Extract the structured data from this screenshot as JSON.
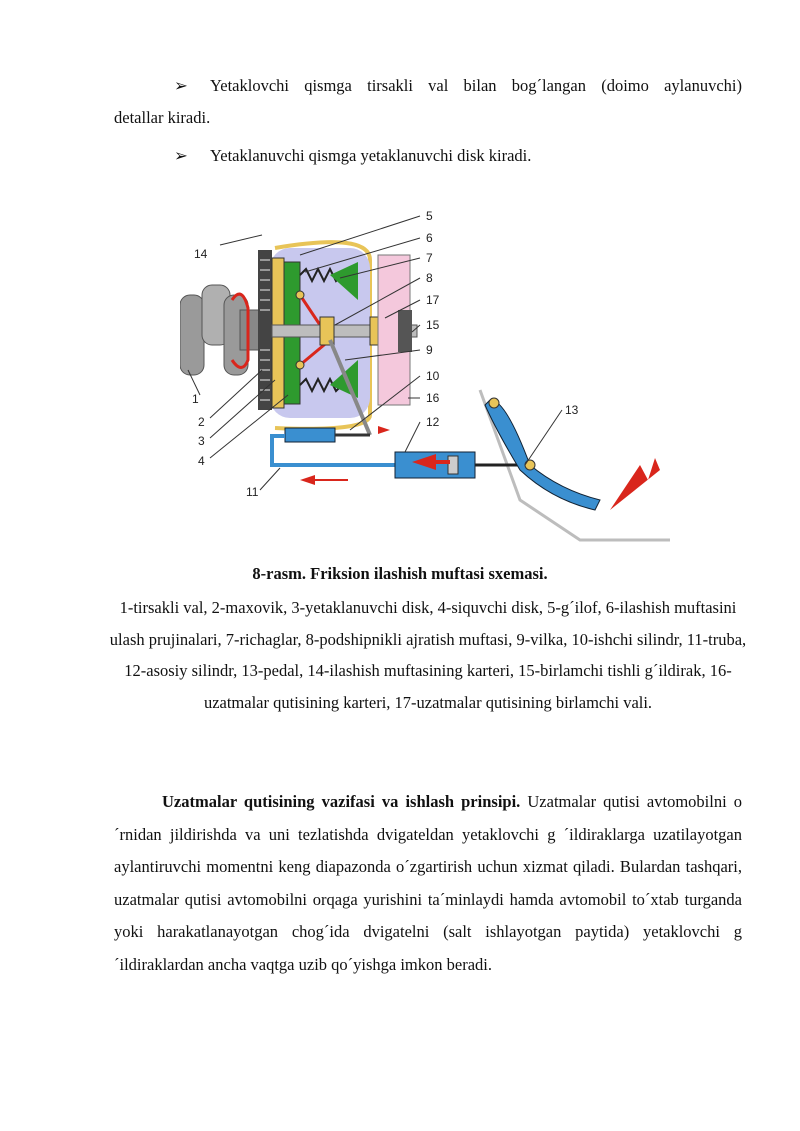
{
  "bullets": [
    {
      "marker": "➢",
      "text": "Yetaklovchi qismga tirsakli val bilan bog´langan (doimo aylanuvchi)",
      "continuation": "detallar kiradi."
    },
    {
      "marker": "➢",
      "text": "Yetaklanuvchi qismga yetaklanuvchi disk kiradi.",
      "continuation": ""
    }
  ],
  "figure": {
    "labels": [
      "1",
      "2",
      "3",
      "4",
      "5",
      "6",
      "7",
      "8",
      "9",
      "10",
      "11",
      "12",
      "13",
      "14",
      "15",
      "16",
      "17"
    ],
    "colors": {
      "blue": "#3a8fd0",
      "green": "#2e9a2e",
      "red": "#d9261c",
      "yellow": "#e8c458",
      "gray": "#9a9a9a",
      "lavender": "#c8c8ee"
    }
  },
  "caption": {
    "title": "8-rasm. Friksion ilashish muftasi sxemasi.",
    "body": "1-tirsakli val, 2-maxovik, 3-yetaklanuvchi disk, 4-siquvchi disk, 5-g´ilof, 6-ilashish muftasini ulash prujinalari, 7-richaglar, 8-podshipnikli ajratish muftasi, 9-vilka, 10-ishchi silindr, 11-truba, 12-asosiy silindr, 13-pedal, 14-ilashish muftasining karteri, 15-birlamchi tishli g´ildirak, 16-uzatmalar qutisining karteri, 17-uzatmalar qutisining birlamchi vali."
  },
  "paragraph": {
    "heading": "Uzatmalar qutisining vazifasi va ishlash prinsipi.",
    "text": " Uzatmalar qutisi avtomobilni o´rnidan jildirishda va uni tezlatishda dvigateldan yetaklovchi g ´ildiraklarga uzatilayotgan aylantiruvchi momentni keng diapazonda o´zgartirish uchun xizmat qiladi. Bulardan tashqari, uzatmalar qutisi avtomobilni orqaga yurishini ta´minlaydi hamda avtomobil to´xtab turganda yoki harakatlanayotgan chog´ida dvigatelni (salt ishlayotgan paytida) yetaklovchi g´ildiraklardan ancha vaqtga uzib qo´yishga imkon beradi."
  }
}
